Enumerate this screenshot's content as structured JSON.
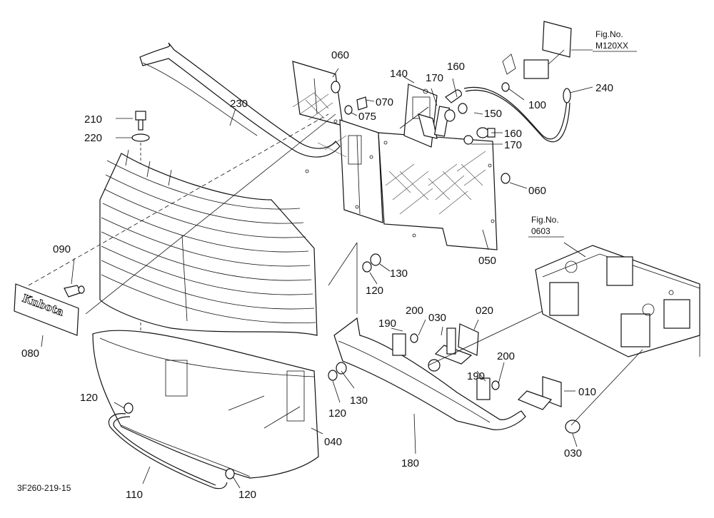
{
  "diagram": {
    "drawing_number": "3F260-219-15",
    "figure_refs": [
      {
        "line1": "Fig.No.",
        "line2": "M120XX"
      },
      {
        "line1": "Fig.No.",
        "line2": "0603"
      }
    ],
    "brand_text": "Kubota",
    "part_labels": [
      "060",
      "070",
      "075",
      "140",
      "170",
      "160",
      "150",
      "160",
      "170",
      "100",
      "240",
      "230",
      "210",
      "220",
      "060",
      "050",
      "090",
      "130",
      "120",
      "080",
      "200",
      "030",
      "020",
      "190",
      "200",
      "190",
      "010",
      "120",
      "130",
      "120",
      "040",
      "180",
      "030",
      "110",
      "120"
    ]
  }
}
